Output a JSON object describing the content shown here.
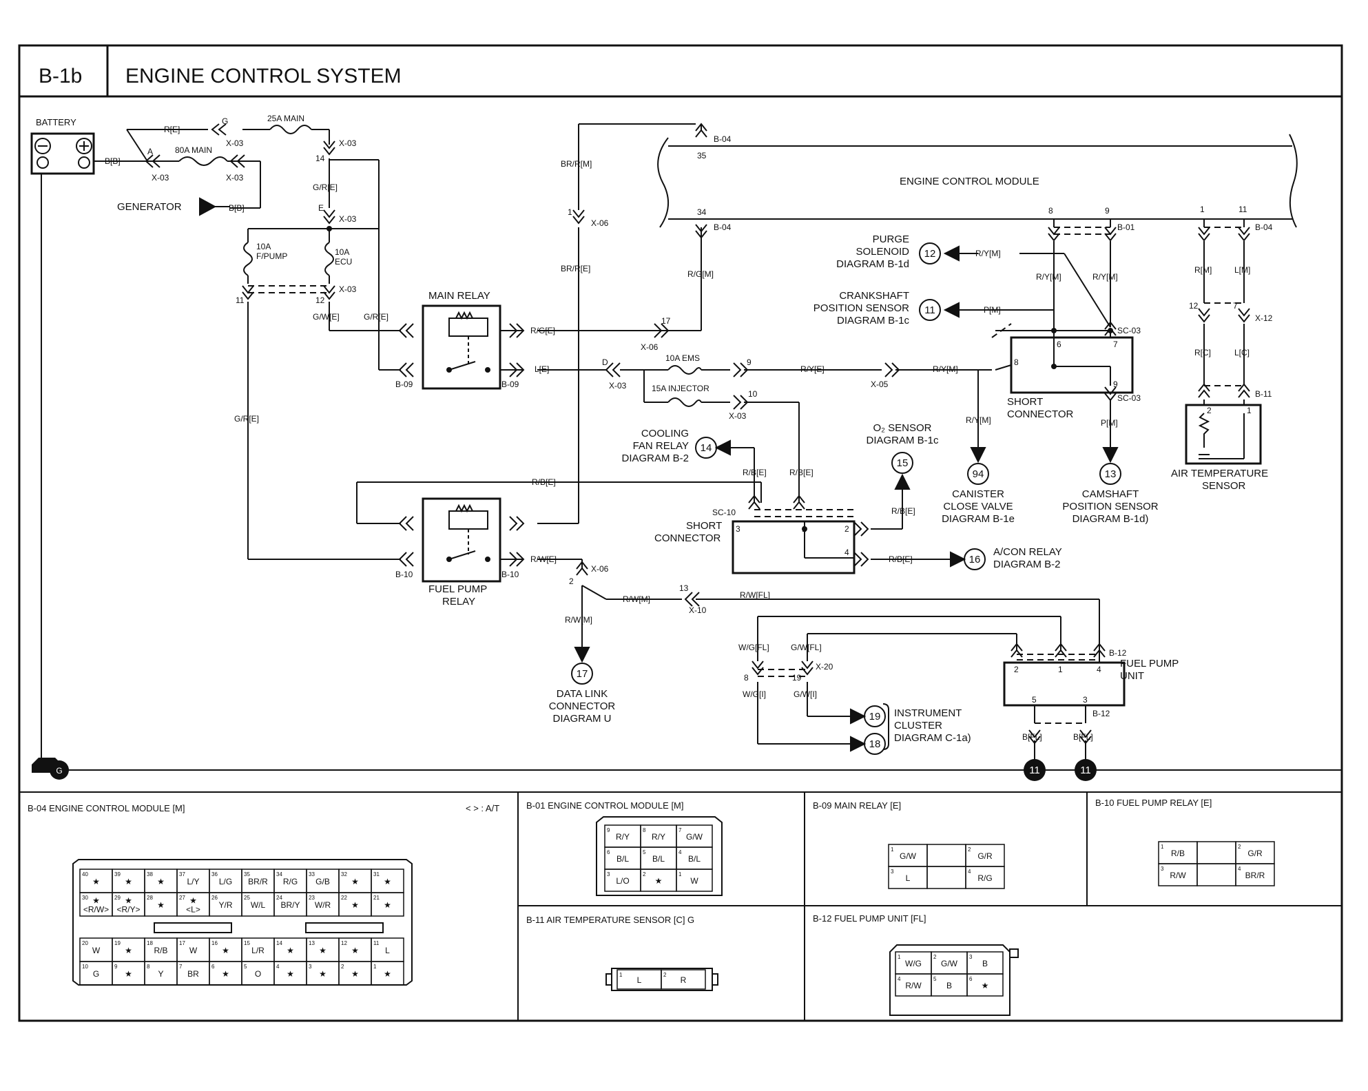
{
  "header": {
    "code": "B-1b",
    "title": "ENGINE CONTROL SYSTEM"
  },
  "components": {
    "battery": "BATTERY",
    "generator": "GENERATOR",
    "fuse_main_25a": "25A MAIN",
    "fuse_main_80a": "80A MAIN",
    "fuse_fpump": [
      "10A",
      "F/PUMP"
    ],
    "fuse_ecu": [
      "10A",
      "ECU"
    ],
    "fuse_ems": "10A EMS",
    "fuse_injector": "15A INJECTOR",
    "main_relay": "MAIN RELAY",
    "fuel_pump_relay": [
      "FUEL PUMP",
      "RELAY"
    ],
    "ecm": "ENGINE CONTROL MODULE",
    "short_connector_1": [
      "SHORT",
      "CONNECTOR"
    ],
    "short_connector_2": [
      "SHORT",
      "CONNECTOR"
    ],
    "air_temp_sensor": [
      "AIR TEMPERATURE",
      "SENSOR"
    ],
    "fuel_pump_unit": [
      "FUEL PUMP",
      "UNIT"
    ],
    "ground_symbol": "G"
  },
  "references": [
    {
      "num": "12",
      "lines": [
        "PURGE",
        "SOLENOID",
        "DIAGRAM B-1d"
      ]
    },
    {
      "num": "11",
      "lines": [
        "CRANKSHAFT",
        "POSITION SENSOR",
        "DIAGRAM B-1c"
      ]
    },
    {
      "num": "14",
      "lines": [
        "COOLING",
        "FAN RELAY",
        "DIAGRAM B-2"
      ]
    },
    {
      "num": "15",
      "lines": [
        "O₂ SENSOR",
        "DIAGRAM B-1c"
      ]
    },
    {
      "num": "94",
      "lines": [
        "CANISTER",
        "CLOSE VALVE",
        "DIAGRAM B-1e"
      ]
    },
    {
      "num": "13",
      "lines": [
        "CAMSHAFT",
        "POSITION SENSOR",
        "DIAGRAM B-1d)"
      ]
    },
    {
      "num": "16",
      "lines": [
        "A/CON RELAY",
        "DIAGRAM B-2"
      ]
    },
    {
      "num": "17",
      "lines": [
        "DATA LINK",
        "CONNECTOR",
        "DIAGRAM U"
      ]
    },
    {
      "num": "19",
      "lines": [
        "INSTRUMENT",
        "CLUSTER",
        "DIAGRAM C-1a)"
      ]
    },
    {
      "num": "18",
      "lines": []
    },
    {
      "num": "11",
      "lines": []
    },
    {
      "num": "11",
      "lines": []
    }
  ],
  "wire_labels": [
    "R[E]",
    "G",
    "B[B]",
    "A",
    "X-03",
    "X-03",
    "X-03",
    "B[B]",
    "X-03",
    "14",
    "G/R[E]",
    "E",
    "X-03",
    "11",
    "12",
    "X-03",
    "G/W[E]",
    "G/R[E]",
    "BR/R[M]",
    "1",
    "X-06",
    "BR/R[E]",
    "B-04",
    "35",
    "34",
    "B-04",
    "R/G[M]",
    "R/G[E]",
    "17",
    "X-06",
    "L[E]",
    "D",
    "X-03",
    "9",
    "R/Y[E]",
    "X-05",
    "R/Y[M]",
    "10",
    "X-03",
    "G/R[E]",
    "R/B[E]",
    "R/B[E]",
    "R/B[E]",
    "SC-10",
    "R/B[E]",
    "R/B[E]",
    "R/W[E]",
    "X-06",
    "2",
    "R/W[M]",
    "13",
    "X-10",
    "R/W[FL]",
    "R/W[M]",
    "W/G[FL]",
    "G/W[FL]",
    "8",
    "19",
    "X-20",
    "W/G[I]",
    "G/W[I]",
    "B-09",
    "B-09",
    "B-10",
    "B-10",
    "8",
    "9",
    "B-01",
    "R/Y[M]",
    "R/Y[M]",
    "R/Y[M]",
    "P[M]",
    "SC-03",
    "6",
    "7",
    "8",
    "9",
    "SC-03",
    "R/Y[M]",
    "P[M]",
    "1",
    "11",
    "B-04",
    "R[M]",
    "L[M]",
    "12",
    "7",
    "X-12",
    "R[C]",
    "L[C]",
    "B-11",
    "2",
    "1",
    "B-12",
    "2",
    "1",
    "4",
    "5",
    "3",
    "B-12",
    "B[FL]",
    "B[FL]",
    "3",
    "1",
    "2",
    "4"
  ],
  "connectors": {
    "b04": {
      "title": "B-04 ENGINE CONTROL MODULE [M]",
      "note": "< > : A/T",
      "upper_rows": [
        [
          {
            "n": "40",
            "v": "★"
          },
          {
            "n": "39",
            "v": "★"
          },
          {
            "n": "38",
            "v": "★"
          },
          {
            "n": "37",
            "v": "L/Y"
          },
          {
            "n": "36",
            "v": "L/G"
          },
          {
            "n": "35",
            "v": "BR/R"
          },
          {
            "n": "34",
            "v": "R/G"
          },
          {
            "n": "33",
            "v": "G/B"
          },
          {
            "n": "32",
            "v": "★"
          },
          {
            "n": "31",
            "v": "★"
          }
        ],
        [
          {
            "n": "30",
            "v": "★ <R/W>"
          },
          {
            "n": "29",
            "v": "★ <R/Y>"
          },
          {
            "n": "28",
            "v": "★"
          },
          {
            "n": "27",
            "v": "★ <L>"
          },
          {
            "n": "26",
            "v": "Y/R"
          },
          {
            "n": "25",
            "v": "W/L"
          },
          {
            "n": "24",
            "v": "BR/Y"
          },
          {
            "n": "23",
            "v": "W/R"
          },
          {
            "n": "22",
            "v": "★"
          },
          {
            "n": "21",
            "v": "★"
          }
        ]
      ],
      "lower_rows": [
        [
          {
            "n": "20",
            "v": "W"
          },
          {
            "n": "19",
            "v": "★"
          },
          {
            "n": "18",
            "v": "R/B"
          },
          {
            "n": "17",
            "v": "W"
          },
          {
            "n": "16",
            "v": "★"
          },
          {
            "n": "15",
            "v": "L/R"
          },
          {
            "n": "14",
            "v": "★"
          },
          {
            "n": "13",
            "v": "★"
          },
          {
            "n": "12",
            "v": "★"
          },
          {
            "n": "11",
            "v": "L"
          }
        ],
        [
          {
            "n": "10",
            "v": "G"
          },
          {
            "n": "9",
            "v": "★"
          },
          {
            "n": "8",
            "v": "Y"
          },
          {
            "n": "7",
            "v": "BR"
          },
          {
            "n": "6",
            "v": "★"
          },
          {
            "n": "5",
            "v": "O"
          },
          {
            "n": "4",
            "v": "★"
          },
          {
            "n": "3",
            "v": "★"
          },
          {
            "n": "2",
            "v": "★"
          },
          {
            "n": "1",
            "v": "★"
          }
        ]
      ]
    },
    "b01": {
      "title": "B-01 ENGINE CONTROL MODULE [M]",
      "rows": [
        [
          {
            "n": "9",
            "v": "R/Y"
          },
          {
            "n": "8",
            "v": "R/Y"
          },
          {
            "n": "7",
            "v": "G/W"
          }
        ],
        [
          {
            "n": "6",
            "v": "B/L"
          },
          {
            "n": "5",
            "v": "B/L"
          },
          {
            "n": "4",
            "v": "B/L"
          }
        ],
        [
          {
            "n": "3",
            "v": "L/O"
          },
          {
            "n": "2",
            "v": "★"
          },
          {
            "n": "1",
            "v": "W"
          }
        ]
      ]
    },
    "b09": {
      "title": "B-09 MAIN RELAY [E]",
      "rows": [
        [
          {
            "n": "1",
            "v": "G/W"
          },
          {
            "n": "",
            "v": ""
          },
          {
            "n": "2",
            "v": "G/R"
          }
        ],
        [
          {
            "n": "3",
            "v": "L"
          },
          {
            "n": "",
            "v": ""
          },
          {
            "n": "4",
            "v": "R/G"
          }
        ]
      ]
    },
    "b10": {
      "title": "B-10 FUEL PUMP RELAY [E]",
      "rows": [
        [
          {
            "n": "1",
            "v": "R/B"
          },
          {
            "n": "",
            "v": ""
          },
          {
            "n": "2",
            "v": "G/R"
          }
        ],
        [
          {
            "n": "3",
            "v": "R/W"
          },
          {
            "n": "",
            "v": ""
          },
          {
            "n": "4",
            "v": "BR/R"
          }
        ]
      ]
    },
    "b11": {
      "title": "B-11 AIR TEMPERATURE SENSOR [C] G",
      "rows": [
        [
          {
            "n": "1",
            "v": "L"
          },
          {
            "n": "2",
            "v": "R"
          }
        ]
      ]
    },
    "b12": {
      "title": "B-12 FUEL PUMP UNIT [FL]",
      "rows": [
        [
          {
            "n": "1",
            "v": "W/G"
          },
          {
            "n": "2",
            "v": "G/W"
          },
          {
            "n": "3",
            "v": "B"
          }
        ],
        [
          {
            "n": "4",
            "v": "R/W"
          },
          {
            "n": "5",
            "v": "B"
          },
          {
            "n": "6",
            "v": "★"
          }
        ]
      ]
    }
  }
}
